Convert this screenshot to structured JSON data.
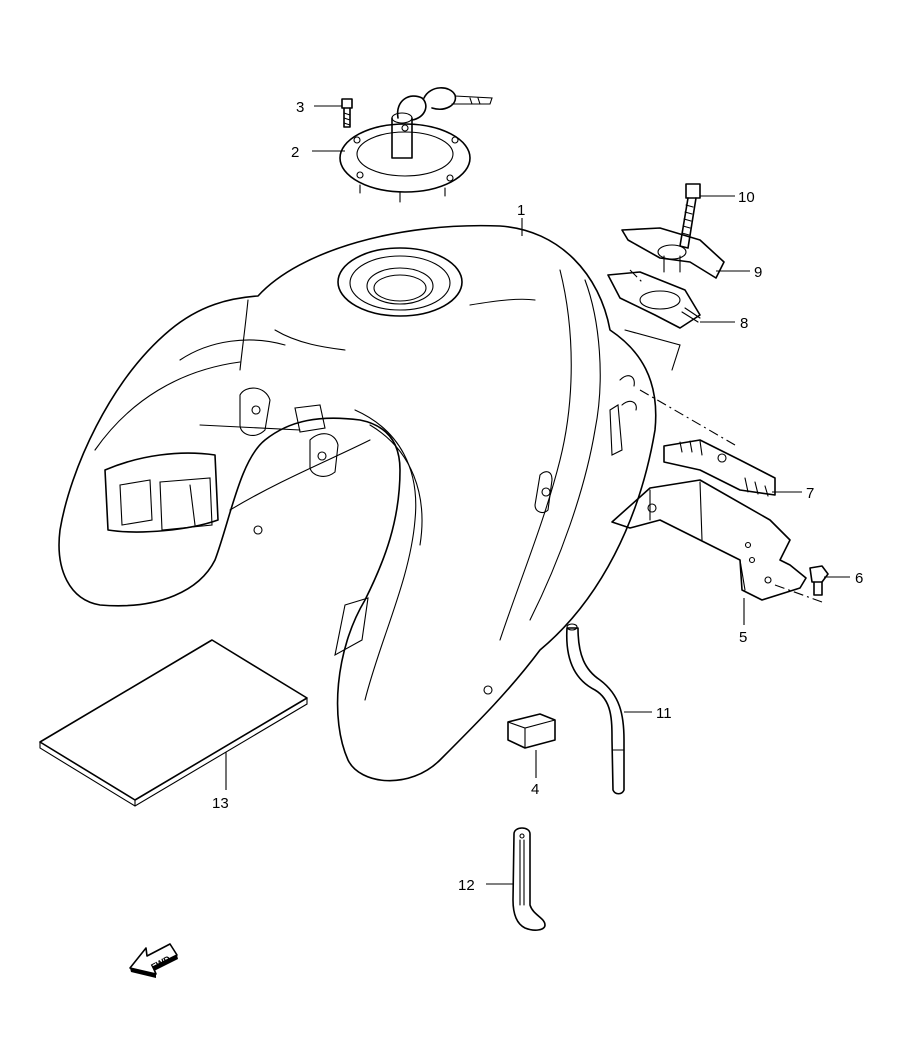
{
  "callouts": {
    "c1": "1",
    "c2": "2",
    "c3": "3",
    "c4": "4",
    "c5": "5",
    "c6": "6",
    "c7": "7",
    "c8": "8",
    "c9": "9",
    "c10": "10",
    "c11": "11",
    "c12": "12",
    "c13": "13"
  },
  "direction_marker": {
    "label": "FWD",
    "icon": "forward-arrow-icon"
  },
  "colors": {
    "line": "#000000",
    "background": "#ffffff"
  }
}
